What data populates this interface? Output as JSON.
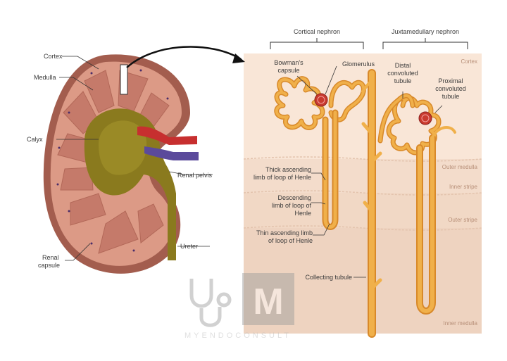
{
  "kidney_labels": {
    "cortex": "Cortex",
    "medulla": "Medulla",
    "calyx": "Calyx",
    "renal_pelvis": "Renal pelvis",
    "ureter": "Ureter",
    "renal_capsule_line1": "Renal",
    "renal_capsule_line2": "capsule"
  },
  "headers": {
    "cortical": "Cortical nephron",
    "juxtamedullary": "Juxtamedullary nephron"
  },
  "zones": {
    "cortex": "Cortex",
    "outer_medulla": "Outer medulla",
    "inner_stripe": "Inner stripe",
    "outer_stripe": "Outer stripe",
    "inner_medulla": "Inner medulla"
  },
  "nephron_labels": {
    "bowmans_line1": "Bowman's",
    "bowmans_line2": "capsule",
    "glomerulus": "Glomerulus",
    "distal_line1": "Distal",
    "distal_line2": "convoluted",
    "distal_line3": "tubule",
    "proximal_line1": "Proximal",
    "proximal_line2": "convoluted",
    "proximal_line3": "tubule",
    "thick_line1": "Thick ascending",
    "thick_line2": "limb of loop of Henle",
    "desc_line1": "Descending",
    "desc_line2": "limb of loop of",
    "desc_line3": "Henle",
    "thin_line1": "Thin ascending limb",
    "thin_line2": "of loop of Henle",
    "collecting": "Collecting tubule"
  },
  "watermark": {
    "text": "MYENDOCONSULT",
    "letter": "M"
  },
  "colors": {
    "tubule": "#f0b04a",
    "tubule_outline": "#d8892a",
    "cortex_bg": "#f8e4d4",
    "medulla_bg": "#f0d8c6",
    "kidney_outer": "#b46a5a",
    "kidney_inner": "#7a5a2a"
  }
}
